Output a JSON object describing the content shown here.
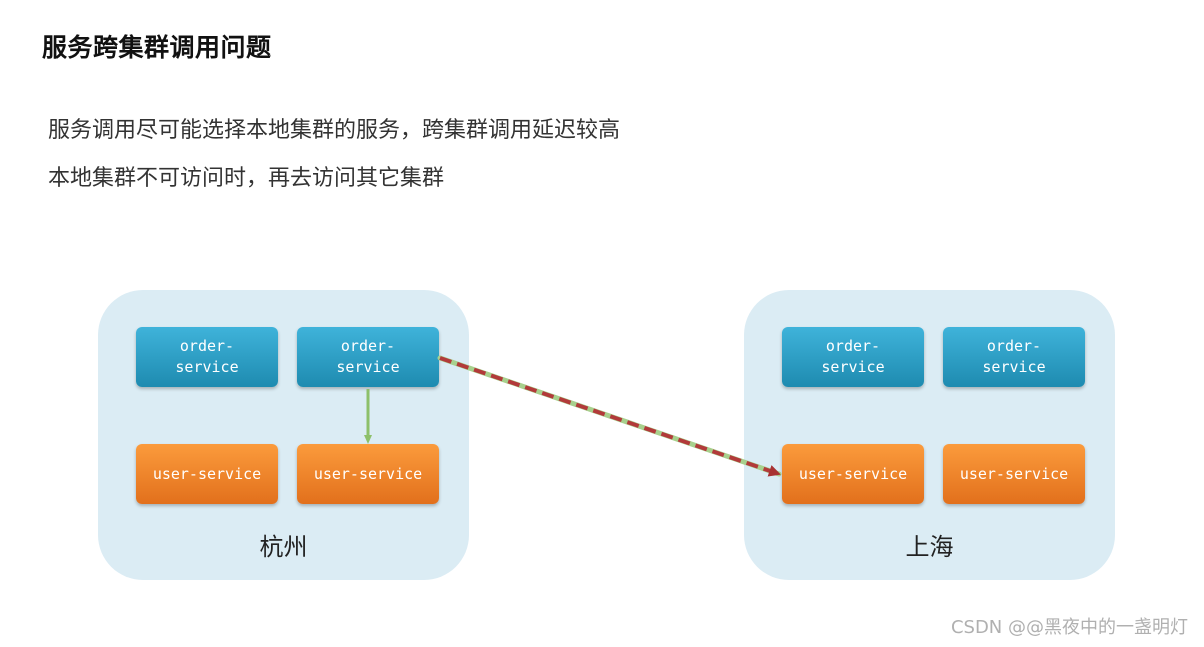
{
  "header": {
    "title": "服务跨集群调用问题"
  },
  "body": {
    "line1": "服务调用尽可能选择本地集群的服务，跨集群调用延迟较高",
    "line2": "本地集群不可访问时，再去访问其它集群"
  },
  "clusters": [
    {
      "label": "杭州",
      "services": [
        "order-\nservice",
        "order-\nservice",
        "user-service",
        "user-service"
      ]
    },
    {
      "label": "上海",
      "services": [
        "order-\nservice",
        "order-\nservice",
        "user-service",
        "user-service"
      ]
    }
  ],
  "colors": {
    "cluster_bg": "#dbecf4",
    "order_service": "#2ba3cc",
    "user_service": "#f08528",
    "local_arrow": "#8dc06a",
    "cross_arrow": "#b23a3a"
  },
  "watermark": "CSDN @@黑夜中的一盏明灯"
}
